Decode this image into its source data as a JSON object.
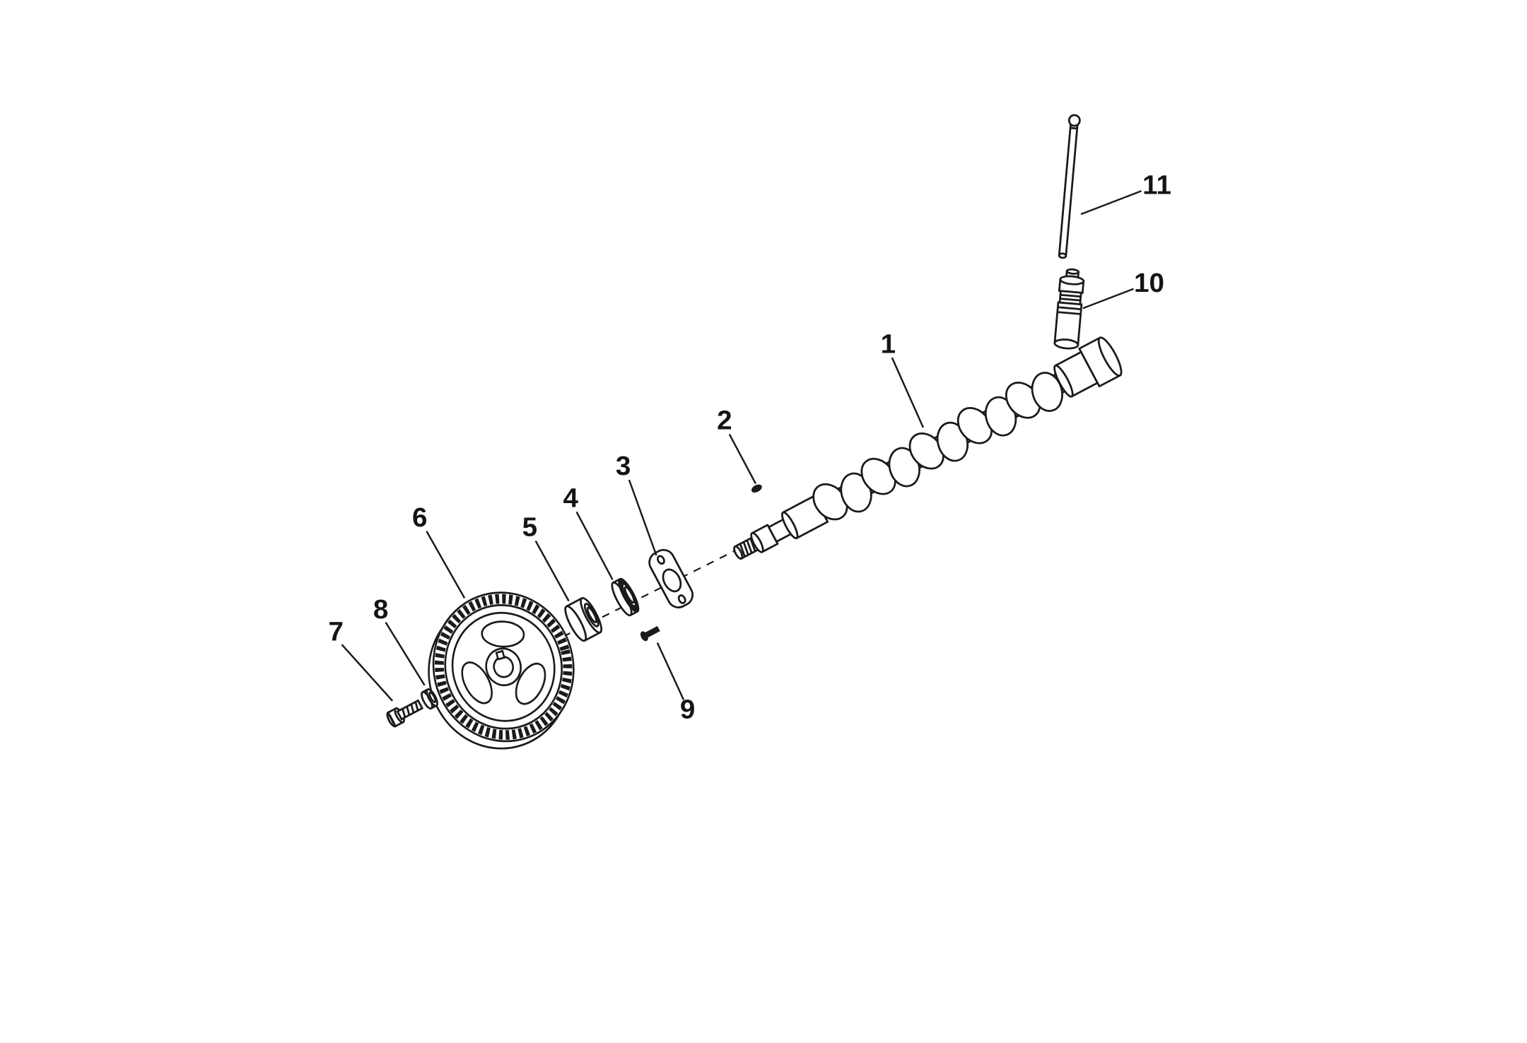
{
  "page": {
    "background": "#ffffff",
    "ink_color": "#1a1a1a"
  },
  "diagram": {
    "type": "exploded-parts-diagram",
    "subject": "camshaft-assembly",
    "callouts": [
      {
        "label": "1",
        "part": "camshaft"
      },
      {
        "label": "2",
        "part": "key"
      },
      {
        "label": "3",
        "part": "thrust-plate"
      },
      {
        "label": "4",
        "part": "bearing-washer"
      },
      {
        "label": "5",
        "part": "spacer"
      },
      {
        "label": "6",
        "part": "camshaft-gear"
      },
      {
        "label": "7",
        "part": "bolt"
      },
      {
        "label": "8",
        "part": "washer"
      },
      {
        "label": "9",
        "part": "screw"
      },
      {
        "label": "10",
        "part": "valve-lifter"
      },
      {
        "label": "11",
        "part": "push-rod"
      }
    ]
  }
}
